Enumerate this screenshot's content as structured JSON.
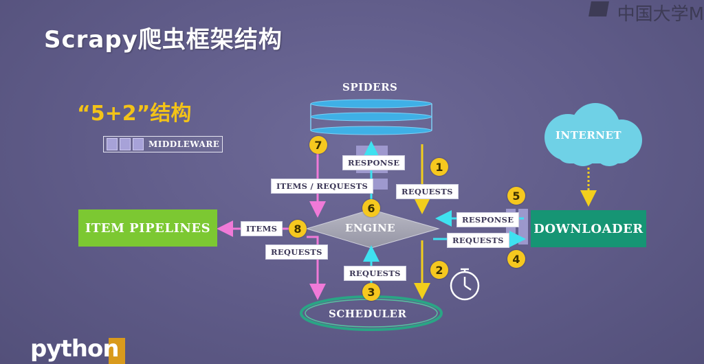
{
  "title": "Scrapy爬虫框架结构",
  "subtitle": "“5+2”结构",
  "logo": "中国大学M",
  "brand": "python",
  "legend": {
    "middleware_label": "MIDDLEWARE"
  },
  "components": {
    "spiders": "SPIDERS",
    "engine": "ENGINE",
    "scheduler": "SCHEDULER",
    "downloader": "DOWNLOADER",
    "item_pipelines": "ITEM PIPELINES",
    "internet": "INTERNET"
  },
  "flows": {
    "response_spiders": "RESPONSE",
    "items_requests": "ITEMS / REQUESTS",
    "requests_from_spiders": "REQUESTS",
    "response_downloader": "RESPONSE",
    "requests_to_downloader": "REQUESTS",
    "items": "ITEMS",
    "requests_to_scheduler": "REQUESTS",
    "requests_from_scheduler": "REQUESTS"
  },
  "steps": [
    "1",
    "2",
    "3",
    "4",
    "5",
    "6",
    "7",
    "8"
  ],
  "colors": {
    "arrow_yellow": "#f2cf1c",
    "arrow_cyan": "#3fe1f0",
    "arrow_pink": "#f07ad8",
    "engine_gray": "#a9a9b6",
    "pipelines_green": "#7cc832",
    "downloader_green": "#169574",
    "spiders_blue": "#3fb0e6",
    "internet_cyan": "#6fd1e6"
  }
}
